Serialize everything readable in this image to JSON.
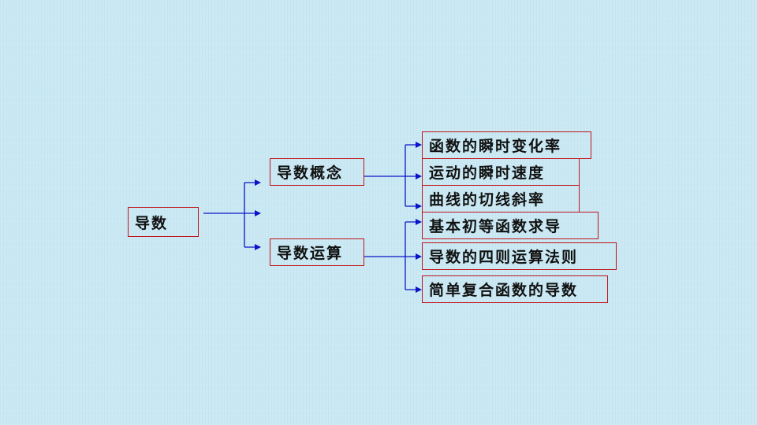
{
  "diagram": {
    "root": {
      "label": "导数"
    },
    "branches": [
      {
        "label": "导数概念",
        "children": [
          "函数的瞬时变化率",
          "运动的瞬时速度",
          "曲线的切线斜率"
        ]
      },
      {
        "label": "导数运算",
        "children": [
          "基本初等函数求导",
          "导数的四则运算法则",
          "简单复合函数的导数"
        ]
      }
    ],
    "colors": {
      "box_border": "#c0161c",
      "connector": "#0b14c8",
      "background": "#c9e8f3"
    }
  }
}
